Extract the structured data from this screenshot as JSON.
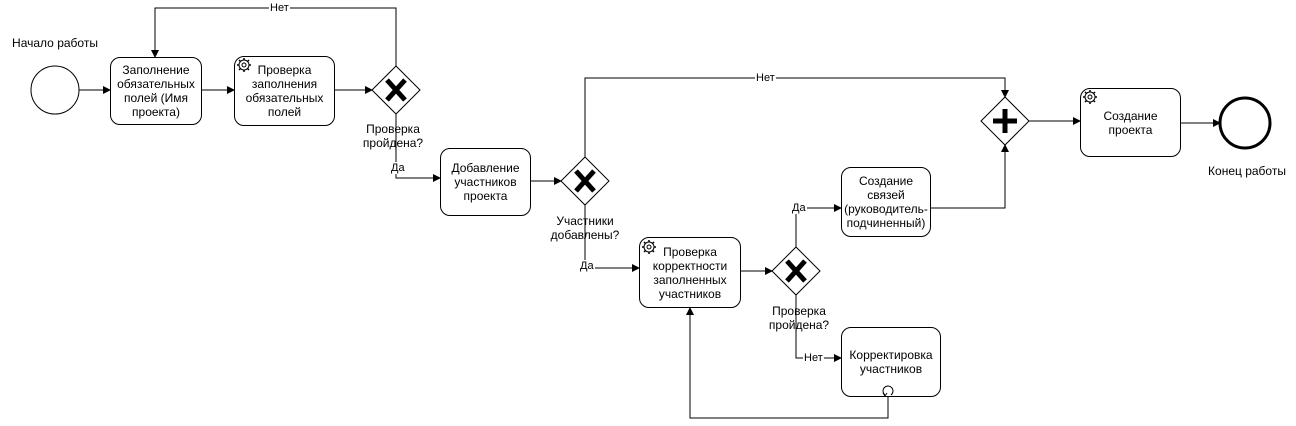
{
  "start_event": {
    "label": "Начало работы"
  },
  "end_event": {
    "label": "Конец работы"
  },
  "tasks": {
    "fill_fields": {
      "label": "Заполнение\nобязательных\nполей (Имя\nпроекта)"
    },
    "check_fields": {
      "label": "Проверка\nзаполнения\nобязательных\nполей",
      "icon": "gear-icon"
    },
    "add_participants": {
      "label": "Добавление\nучастников\nпроекта"
    },
    "check_participants": {
      "label": "Проверка\nкорректности\nзаполненных\nучастников",
      "icon": "gear-icon"
    },
    "create_links": {
      "label": "Создание\nсвязей\n(руководитель-\nподчиненный)"
    },
    "fix_participants": {
      "label": "Корректировка\nучастников",
      "icon": "loop-marker-icon"
    },
    "create_project": {
      "label": "Создание\nпроекта",
      "icon": "gear-icon"
    }
  },
  "gateways": {
    "g1": {
      "label": "Проверка\nпройдена?",
      "type": "exclusive"
    },
    "g2": {
      "label": "Участники\nдобавлены?",
      "type": "exclusive"
    },
    "g3": {
      "label": "Проверка\nпройдена?",
      "type": "exclusive"
    },
    "g4": {
      "label": "",
      "type": "parallel"
    }
  },
  "edge_labels": {
    "g1_no": "Нет",
    "g1_yes": "Да",
    "g2_no": "Нет",
    "g2_yes": "Да",
    "g3_yes": "Да",
    "g3_no": "Нет"
  }
}
